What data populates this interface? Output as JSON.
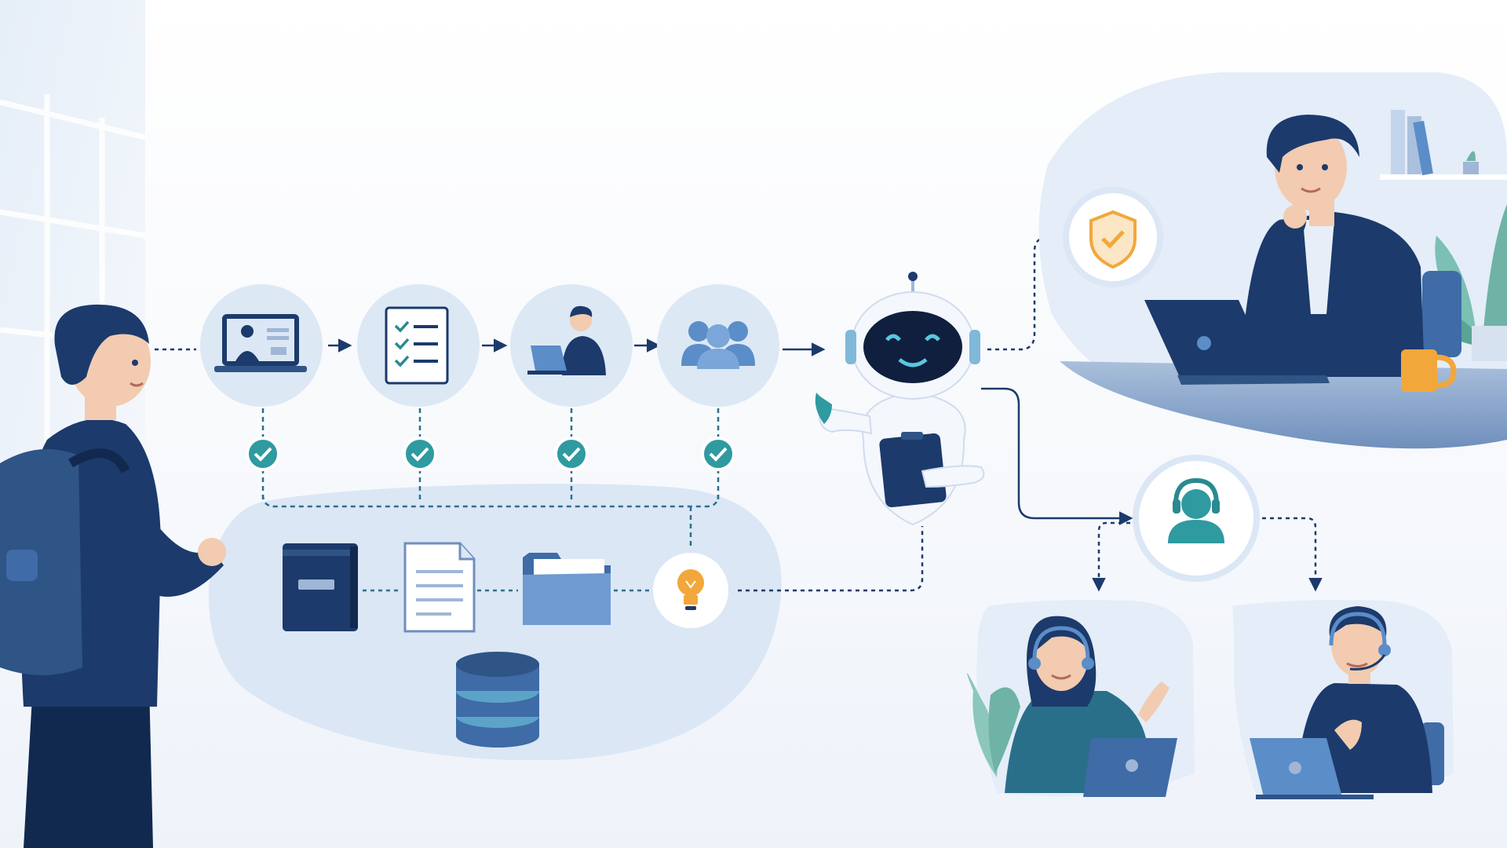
{
  "diagram": {
    "type": "workflow-illustration",
    "text_labels": [],
    "colors": {
      "navy": "#1c3a6b",
      "blue": "#5b8dc8",
      "light_blue_blob": "#dbe7f5",
      "teal": "#2a8a8f",
      "check_teal": "#2f9aa0",
      "amber": "#f2a73b"
    },
    "steps": [
      {
        "icon": "video-call-laptop-icon",
        "checked": true
      },
      {
        "icon": "checklist-document-icon",
        "checked": true
      },
      {
        "icon": "person-at-laptop-icon",
        "checked": true
      },
      {
        "icon": "team-group-icon",
        "checked": true
      }
    ],
    "knowledge_base_icons": [
      "book-icon",
      "document-icon",
      "folder-icon",
      "lightbulb-icon",
      "database-icon"
    ],
    "agent": {
      "icon": "ai-assistant-robot-icon"
    },
    "outcomes": [
      {
        "icon": "security-shield-icon",
        "scene": "professional-at-laptop"
      },
      {
        "icon": "support-agent-headset-icon",
        "scene": "support-agents"
      }
    ]
  }
}
